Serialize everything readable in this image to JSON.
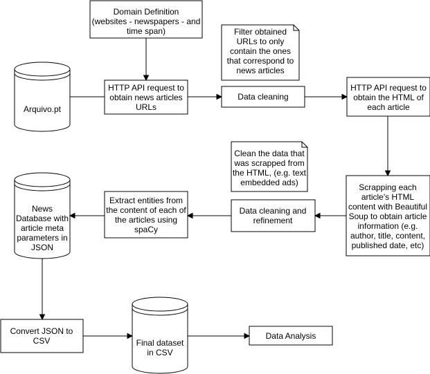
{
  "nodes": {
    "domain_definition": [
      "Domain Definition",
      "(websites - newspapers - and",
      "time span)"
    ],
    "arquivo": [
      "Arquivo.pt"
    ],
    "http_api_urls": [
      "HTTP API request to",
      "obtain news articles",
      "URLs"
    ],
    "note_filter": [
      "Filter obtained",
      "URLs to only",
      "contain the ones",
      "that correspond to",
      "news articles"
    ],
    "data_cleaning": [
      "Data cleaning"
    ],
    "http_api_html": [
      "HTTP API request to",
      "obtain the HTML of",
      "each article"
    ],
    "note_clean": [
      "Clean the data that",
      "was scrapped from",
      "the HTML, (e.g. text",
      "embedded ads)"
    ],
    "scrapping": [
      "Scrapping each",
      "article's HTML",
      "content with Beautiful",
      "Soup to obtain article",
      "information (e.g.",
      "author, title, content,",
      "published date, etc)"
    ],
    "data_cleaning_refinement": [
      "Data cleaning and",
      "refinement"
    ],
    "extract_entities": [
      "Extract entities from",
      "the content of each of",
      "the articles using",
      "spaCy"
    ],
    "news_database": [
      "News",
      "Database with",
      "article meta",
      "parameters in",
      "JSON"
    ],
    "convert_json": [
      "Convert JSON to",
      "CSV"
    ],
    "final_dataset": [
      "Final dataset",
      "in CSV"
    ],
    "data_analysis": [
      "Data Analysis"
    ]
  }
}
